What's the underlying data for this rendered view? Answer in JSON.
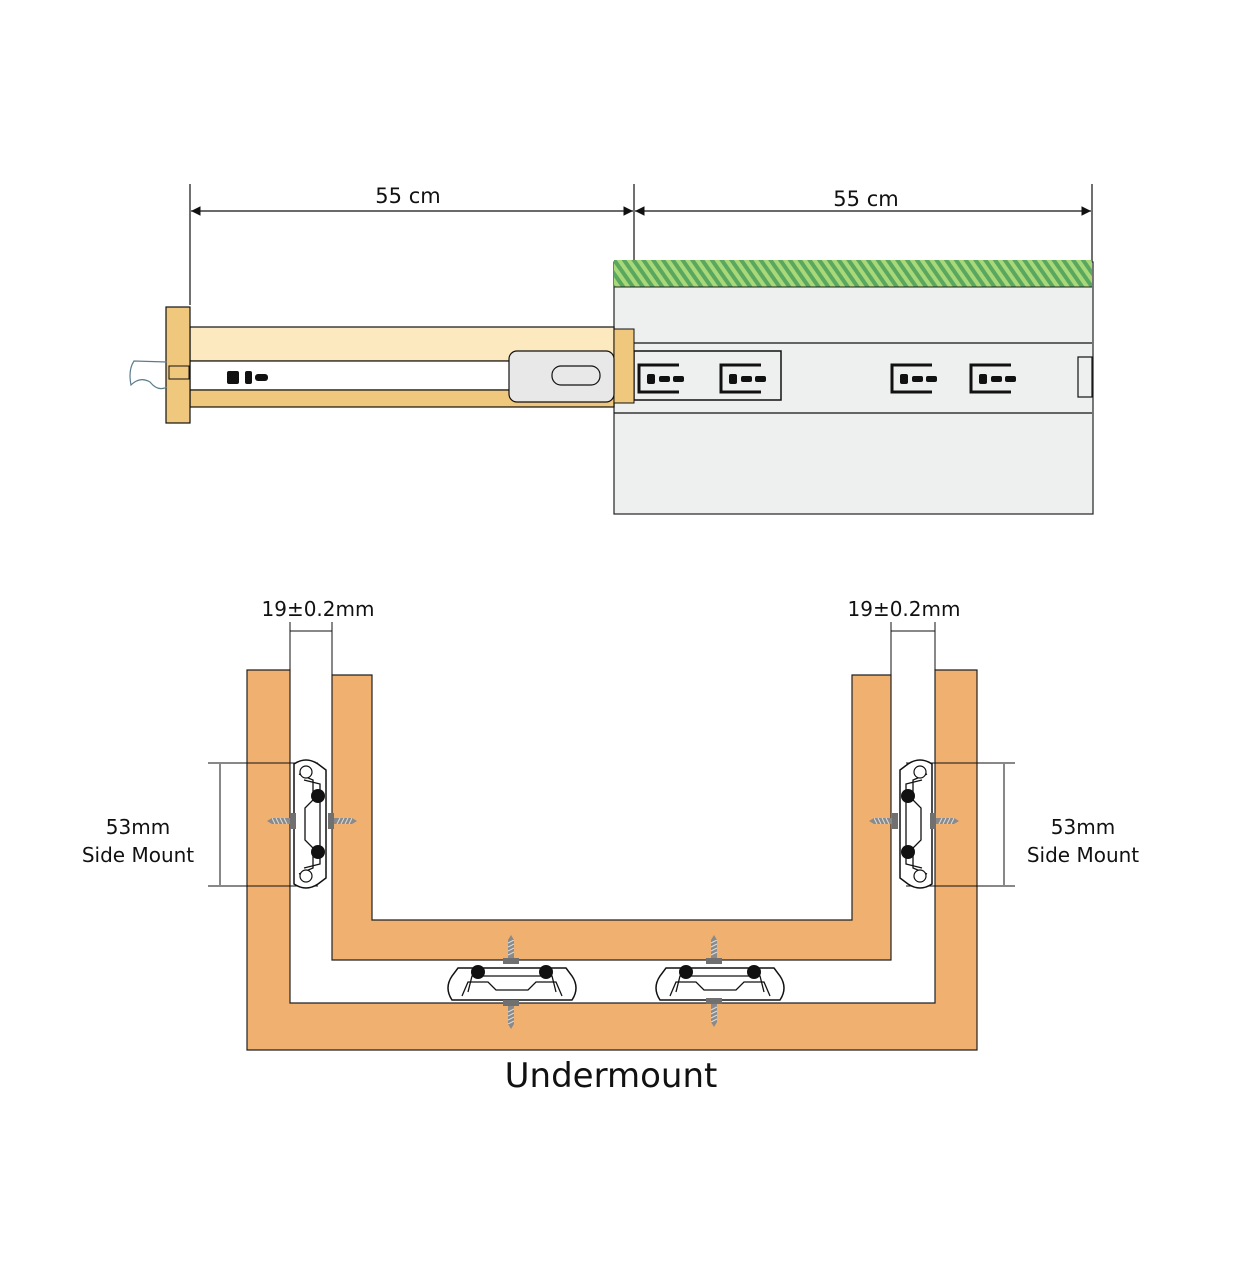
{
  "top_diagram": {
    "left_dimension": "55 cm",
    "right_dimension": "55 cm"
  },
  "bottom_diagram": {
    "left_gap_label": "19±0.2mm",
    "right_gap_label": "19±0.2mm",
    "left_height_label_line1": "53mm",
    "left_height_label_line2": "Side Mount",
    "right_height_label_line1": "53mm",
    "right_height_label_line2": "Side Mount",
    "caption": "Undermount"
  },
  "colors": {
    "wood": "#f0b070",
    "rail_light": "#fde9c0",
    "rail_mid": "#efc77d",
    "cabinet_grey": "#eeefef",
    "stripe_green": "#5aa860",
    "stripe_light": "#a8d878",
    "screw_grey": "#808080"
  }
}
